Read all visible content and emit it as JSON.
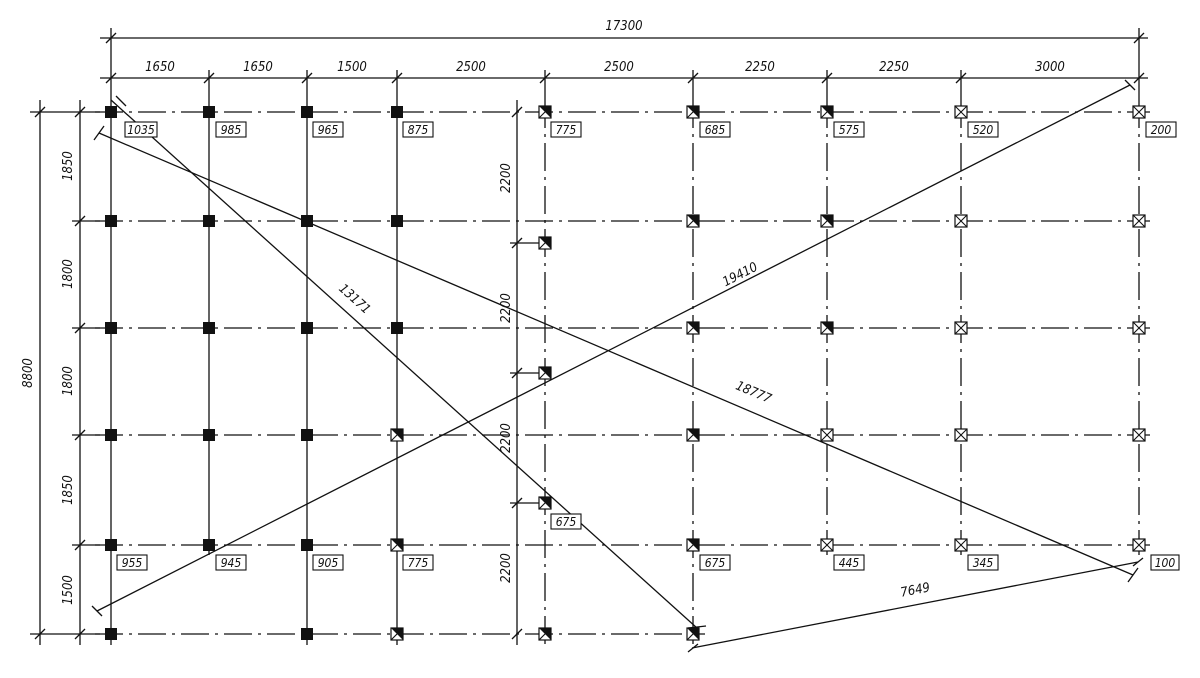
{
  "total_width_label": "17300",
  "total_height_label": "8800",
  "column_spacings": [
    "1650",
    "1650",
    "1500",
    "2500",
    "2500",
    "2250",
    "2250",
    "3000"
  ],
  "row_spacings": [
    "1850",
    "1800",
    "1800",
    "1850",
    "1500"
  ],
  "interior_spacings": [
    "2200",
    "2200",
    "2200",
    "2200"
  ],
  "top_labels": [
    "1035",
    "985",
    "965",
    "875",
    "775",
    "685",
    "575",
    "520",
    "200"
  ],
  "bottom_labels": [
    "955",
    "945",
    "905",
    "775",
    "675",
    "445",
    "345",
    "100"
  ],
  "mid_label": "675",
  "diagonals": [
    "13171",
    "18777",
    "19410",
    "7649"
  ],
  "colors": {
    "ink": "#111111",
    "paper": "#ffffff"
  }
}
